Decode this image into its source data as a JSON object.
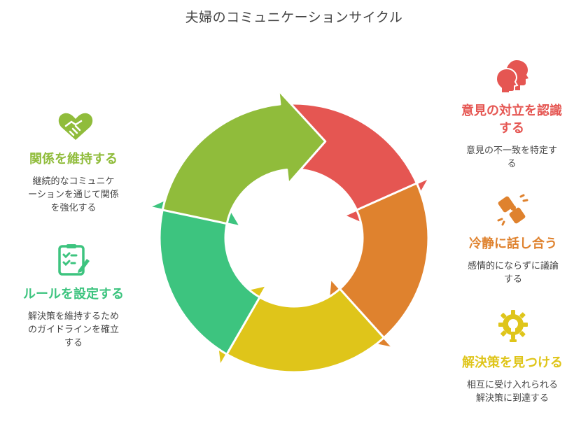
{
  "title": "夫婦のコミュニケーションサイクル",
  "colors": {
    "red": "#E55652",
    "orange": "#DF822E",
    "yellow": "#DFC51A",
    "green_light": "#90BC3B",
    "green": "#3DC47F"
  },
  "steps": [
    {
      "key": "recognize",
      "title": "意見の対立を認識する",
      "description": "意見の不一致を特定する",
      "icon": "two-heads-icon",
      "color": "#E55652"
    },
    {
      "key": "calm",
      "title": "冷静に話し合う",
      "description": "感情的にならずに議論する",
      "icon": "handshake-puzzle-icon",
      "color": "#DF822E"
    },
    {
      "key": "solve",
      "title": "解決策を見つける",
      "description": "相互に受け入れられる解決策に到達する",
      "icon": "lightbulb-gear-icon",
      "color": "#DFC51A"
    },
    {
      "key": "rules",
      "title": "ルールを設定する",
      "description": "解決策を維持するためのガイドラインを確立する",
      "icon": "checklist-icon",
      "color": "#3DC47F"
    },
    {
      "key": "maintain",
      "title": "関係を維持する",
      "description": "継続的なコミュニケーションを通じて関係を強化する",
      "icon": "heart-handshake-icon",
      "color": "#90BC3B"
    }
  ]
}
